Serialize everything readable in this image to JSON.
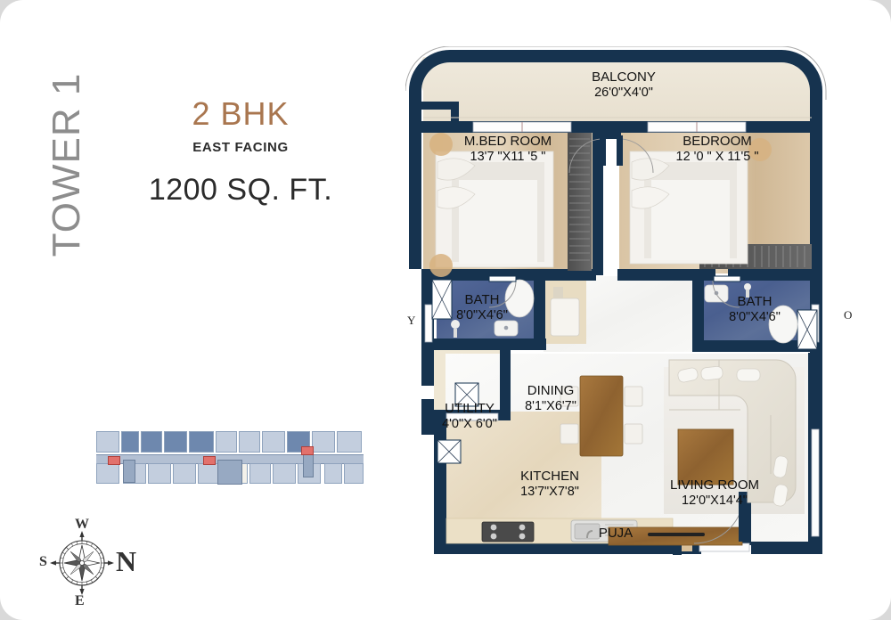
{
  "header": {
    "tower": "TOWER 1",
    "unit_type": "2 BHK",
    "facing": "EAST FACING",
    "area": "1200 SQ. FT."
  },
  "colors": {
    "wall": "#16334f",
    "accent_brown": "#a9764f",
    "tower_gray": "#8d8d8d",
    "bath_blue": "#4e6796",
    "page_bg": "#d9d9d9",
    "card_bg": "#ffffff",
    "keyplan_light": "#c3cede",
    "keyplan_dark": "#6e88ae",
    "keyplan_red": "#e2716c"
  },
  "compass": {
    "north": "N",
    "south": "S",
    "east": "E",
    "west": "W"
  },
  "edge_letters": {
    "left": "Y",
    "right": "O"
  },
  "rooms": [
    {
      "name": "BALCONY",
      "dim": "26'0\"X4'0\""
    },
    {
      "name": "M.BED ROOM",
      "dim": "13'7 \"X11 '5 \""
    },
    {
      "name": "BEDROOM",
      "dim": "12 '0 \" X 11'5 \""
    },
    {
      "name": "BATH",
      "dim": "8'0\"X4'6\""
    },
    {
      "name": "BATH",
      "dim": "8'0\"X4'6\""
    },
    {
      "name": "UTILITY",
      "dim": "4'0\"X 6'0\""
    },
    {
      "name": "DINING",
      "dim": "8'1\"X6'7\""
    },
    {
      "name": "KITCHEN",
      "dim": "13'7\"X7'8\""
    },
    {
      "name": "LIVING ROOM",
      "dim": "12'0\"X14'4\""
    },
    {
      "name": "PUJA",
      "dim": ""
    }
  ]
}
